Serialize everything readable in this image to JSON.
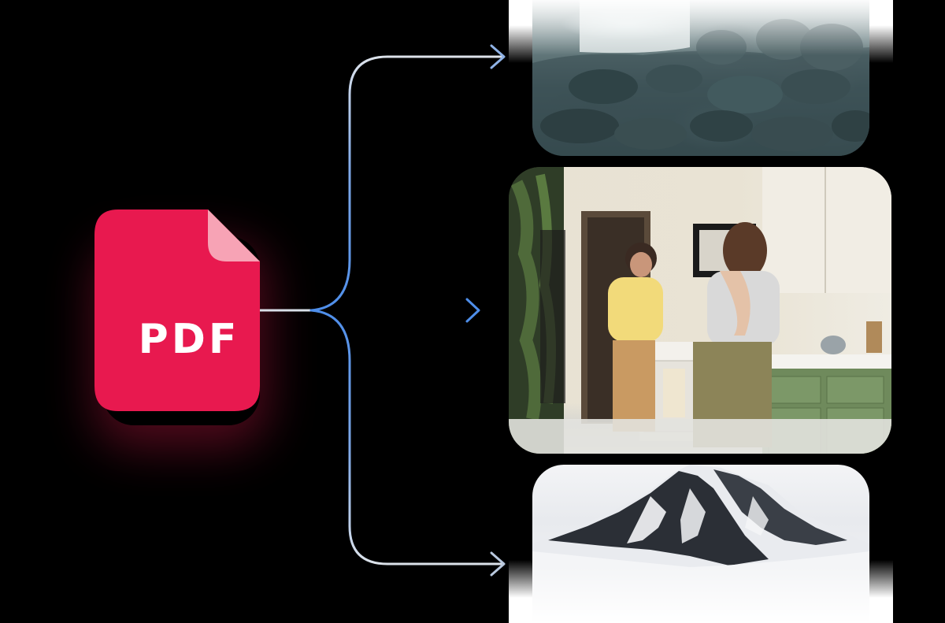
{
  "pdf_icon": {
    "label": "PDF",
    "colors": {
      "body": "#E8194F",
      "fold": "#F7A3B5",
      "text": "#FFFFFF"
    }
  },
  "connectors": {
    "colors": {
      "light": "#D9DFE8",
      "blue": "#4E8EEA"
    },
    "targets": [
      "waterfall-rocks-image",
      "kitchen-scene-image",
      "snowy-mountain-image"
    ]
  },
  "images": [
    {
      "name": "waterfall-rocks-image",
      "description_icon": "waterfall-rocks"
    },
    {
      "name": "kitchen-scene-image",
      "description_icon": "kitchen-scene"
    },
    {
      "name": "snowy-mountain-image",
      "description_icon": "snowy-mountain"
    }
  ],
  "background_color": "#000000"
}
